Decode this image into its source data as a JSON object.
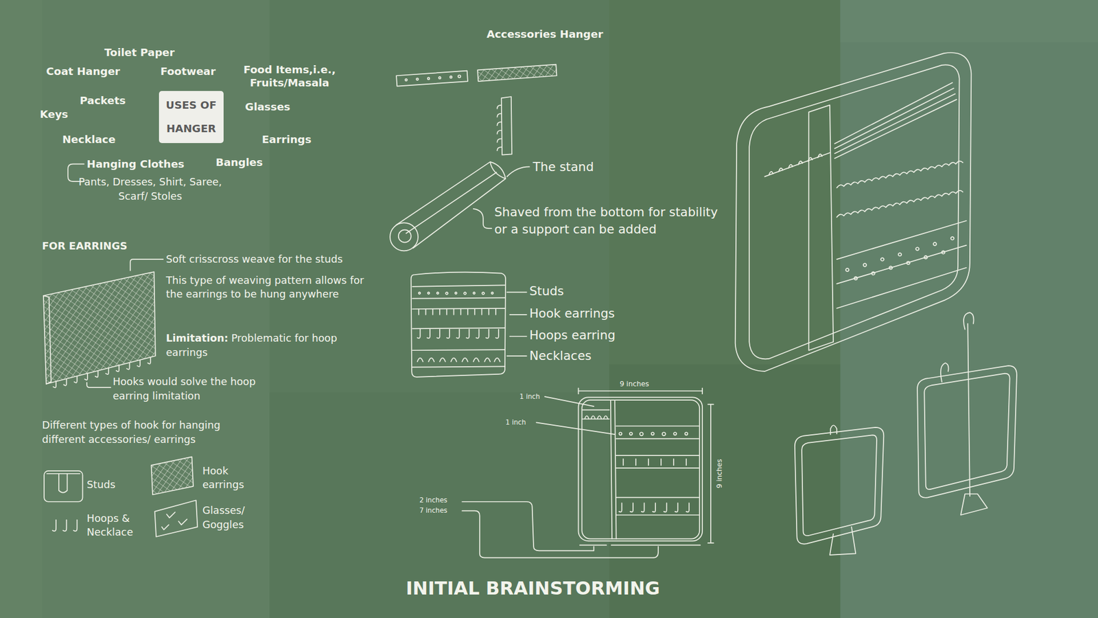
{
  "diagram": {
    "title": "INITIAL BRAINSTORMING",
    "nodes": [
      {
        "text": [
          "USES OF HANGER"
        ]
      }
    ],
    "labels": [
      "Toilet Paper",
      "Coat Hanger",
      "Footwear",
      "Food Items,i.e., Fruits/Masala",
      "Packets",
      "Keys",
      "Glasses",
      "Necklace",
      "Earrings",
      "Hanging Clothes",
      "Bangles",
      "Pants, Dresses, Shirt, Saree, Scarf/ Stoles",
      "FOR EARRINGS",
      "Soft crisscross weave for the studs",
      "This type of weaving pattern allows for the earrings to be hung anywhere",
      "Limitation:",
      "Problematic for hoop earrings",
      "Hooks would solve the hoop earring limitation",
      "Different types of hook for hanging different accessories/ earrings",
      "Studs",
      "Hook earrings",
      "Hoops & Necklace",
      "Glasses/ Goggles",
      "Accessories Hanger",
      "The stand",
      "Shaved from the bottom for stability or a support can be added",
      "Studs",
      "Hook earrings",
      "Hoops earring",
      "Necklaces",
      "9 inches",
      "1 inch",
      "1 inch",
      "9 inches",
      "2 inches",
      "7 inches"
    ]
  }
}
